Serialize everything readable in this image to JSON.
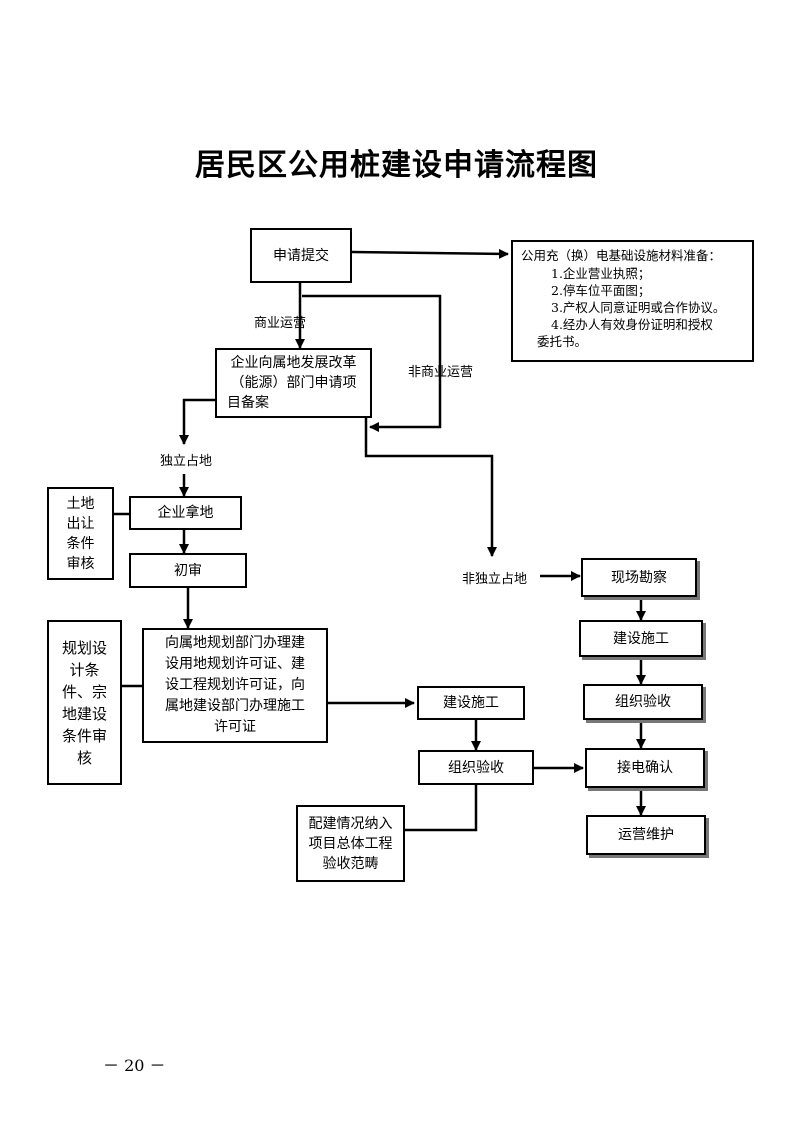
{
  "title": "居民区公用桩建设申请流程图",
  "nodes": {
    "apply": "申请提交",
    "record_l1": "企业向属地发展改革",
    "record_l2": "（能源）部门申请项",
    "record_l3": "目备案",
    "land_acq": "企业拿地",
    "review": "初审",
    "land_cond_l1": "土地",
    "land_cond_l2": "出让",
    "land_cond_l3": "条件",
    "land_cond_l4": "审核",
    "plan_cond_l1": "规划设",
    "plan_cond_l2": "计条",
    "plan_cond_l3": "件、宗",
    "plan_cond_l4": "地建设",
    "plan_cond_l5": "条件审",
    "plan_cond_l6": "核",
    "permits_l1": "向属地规划部门办理建",
    "permits_l2": "设用地规划许可证、建",
    "permits_l3": "设工程规划许可证，向",
    "permits_l4": "属地建设部门办理施工",
    "permits_l5": "许可证",
    "construct_mid": "建设施工",
    "accept_mid": "组织验收",
    "note_l1": "配建情况纳入",
    "note_l2": "项目总体工程",
    "note_l3": "验收范畴",
    "survey": "现场勘察",
    "construct_right": "建设施工",
    "accept_right": "组织验收",
    "connect": "接电确认",
    "operate": "运营维护"
  },
  "materials": {
    "heading": "公用充（换）电基础设施材料准备：",
    "item1": "1.企业营业执照；",
    "item2": "2.停车位平面图；",
    "item3": "3.产权人同意证明或合作协议。",
    "item4a": "4.经办人有效身份证明和授权",
    "item4b": "委托书。"
  },
  "edge_labels": {
    "commercial": "商业运营",
    "noncommercial": "非商业运营",
    "independent": "独立占地",
    "nonindependent": "非独立占地"
  },
  "page_number": "－ 20 －"
}
